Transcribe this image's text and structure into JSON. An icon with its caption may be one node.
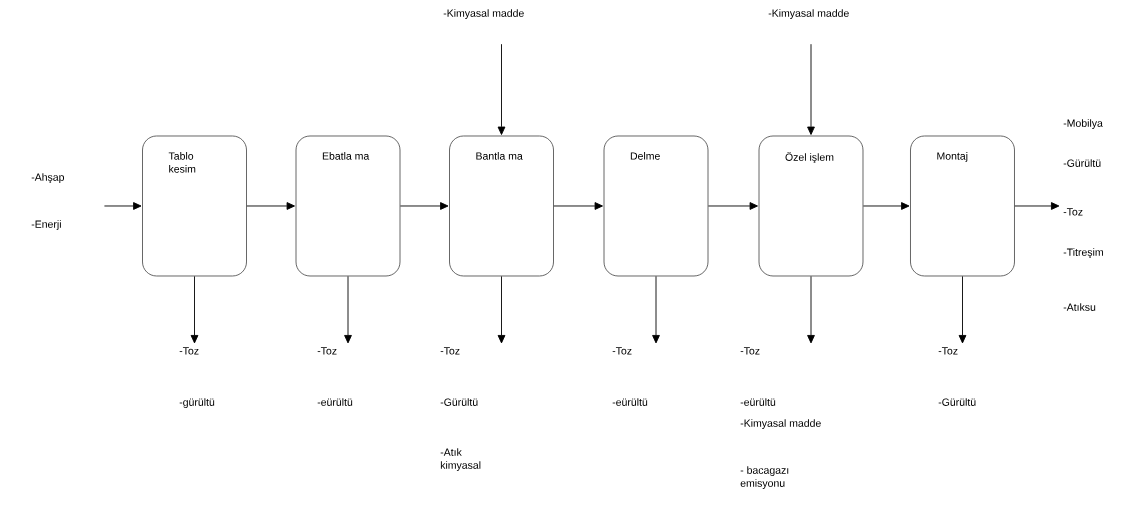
{
  "diagram": {
    "nodes": [
      {
        "text": [
          "-Ahşap",
          "-Enerji"
        ]
      },
      {
        "text": [
          "Tablo kesim"
        ]
      },
      {
        "text": [
          "Ebatla ma"
        ]
      },
      {
        "text": [
          "Bantla ma"
        ]
      },
      {
        "text": [
          "Delme"
        ]
      },
      {
        "text": [
          "Özel işlem"
        ]
      },
      {
        "text": [
          "Montaj"
        ]
      },
      {
        "text": [
          "-Kimyasal madde"
        ]
      },
      {
        "text": [
          "-Kimyasal madde"
        ]
      },
      {
        "text": [
          "-Mobilya",
          "-Gürültü",
          "-Toz",
          "-Titreşim",
          "-Atıksu"
        ]
      },
      {
        "text": [
          "-Toz",
          "-gürültü"
        ]
      },
      {
        "text": [
          "-Toz",
          "-eürültü"
        ]
      },
      {
        "text": [
          "-Toz",
          "-Gürültü",
          "-Atık kimyasal"
        ]
      },
      {
        "text": [
          "-Toz",
          "-eürültü"
        ]
      },
      {
        "text": [
          "-Toz",
          "-eürültü",
          "-Kimyasal madde",
          "- bacagazı emisyonu"
        ]
      },
      {
        "text": [
          "-Toz",
          "-Gürültü"
        ]
      }
    ],
    "edges": [
      {
        "from": 0,
        "to": 1,
        "arrow": "to"
      },
      {
        "from": 1,
        "to": 2,
        "arrow": "to"
      },
      {
        "from": 2,
        "to": 3,
        "arrow": "to"
      },
      {
        "from": 3,
        "to": 4,
        "arrow": "to"
      },
      {
        "from": 4,
        "to": 5,
        "arrow": "to"
      },
      {
        "from": 5,
        "to": 6,
        "arrow": "to"
      },
      {
        "from": 6,
        "to": 9,
        "arrow": "to"
      },
      {
        "from": 7,
        "to": 3,
        "arrow": "to"
      },
      {
        "from": 8,
        "to": 5,
        "arrow": "to"
      },
      {
        "from": 1,
        "to": 10,
        "arrow": "to"
      },
      {
        "from": 2,
        "to": 11,
        "arrow": "to"
      },
      {
        "from": 3,
        "to": 12,
        "arrow": "to"
      },
      {
        "from": 4,
        "to": 13,
        "arrow": "to"
      },
      {
        "from": 5,
        "to": 14,
        "arrow": "to"
      },
      {
        "from": 6,
        "to": 15,
        "arrow": "to"
      }
    ]
  }
}
